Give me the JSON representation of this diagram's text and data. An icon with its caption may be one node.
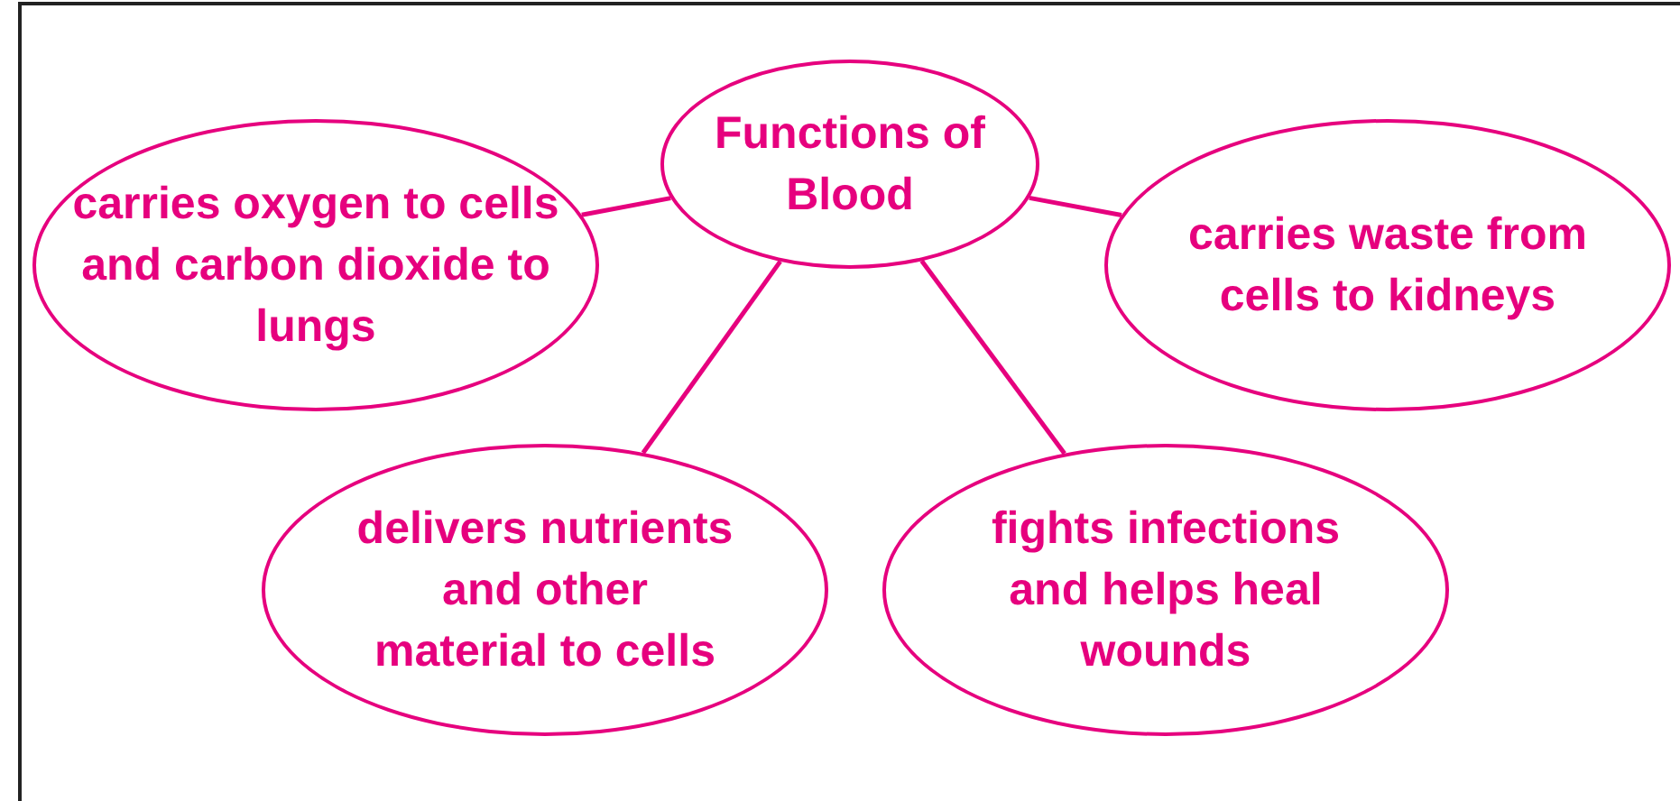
{
  "diagram": {
    "nodes": [
      {
        "text": [
          "Functions of Blood"
        ]
      },
      {
        "text": [
          "carries oxygen to cells and carbon dioxide to lungs"
        ]
      },
      {
        "text": [
          "carries waste from cells to kidneys"
        ]
      },
      {
        "text": [
          "delivers nutrients and other material to cells"
        ]
      },
      {
        "text": [
          "fights infections and helps heal wounds"
        ]
      }
    ],
    "edges": [
      {
        "from": 0,
        "to": 1,
        "arrow": "none"
      },
      {
        "from": 0,
        "to": 2,
        "arrow": "none"
      },
      {
        "from": 0,
        "to": 3,
        "arrow": "none"
      },
      {
        "from": 0,
        "to": 4,
        "arrow": "none"
      }
    ]
  }
}
